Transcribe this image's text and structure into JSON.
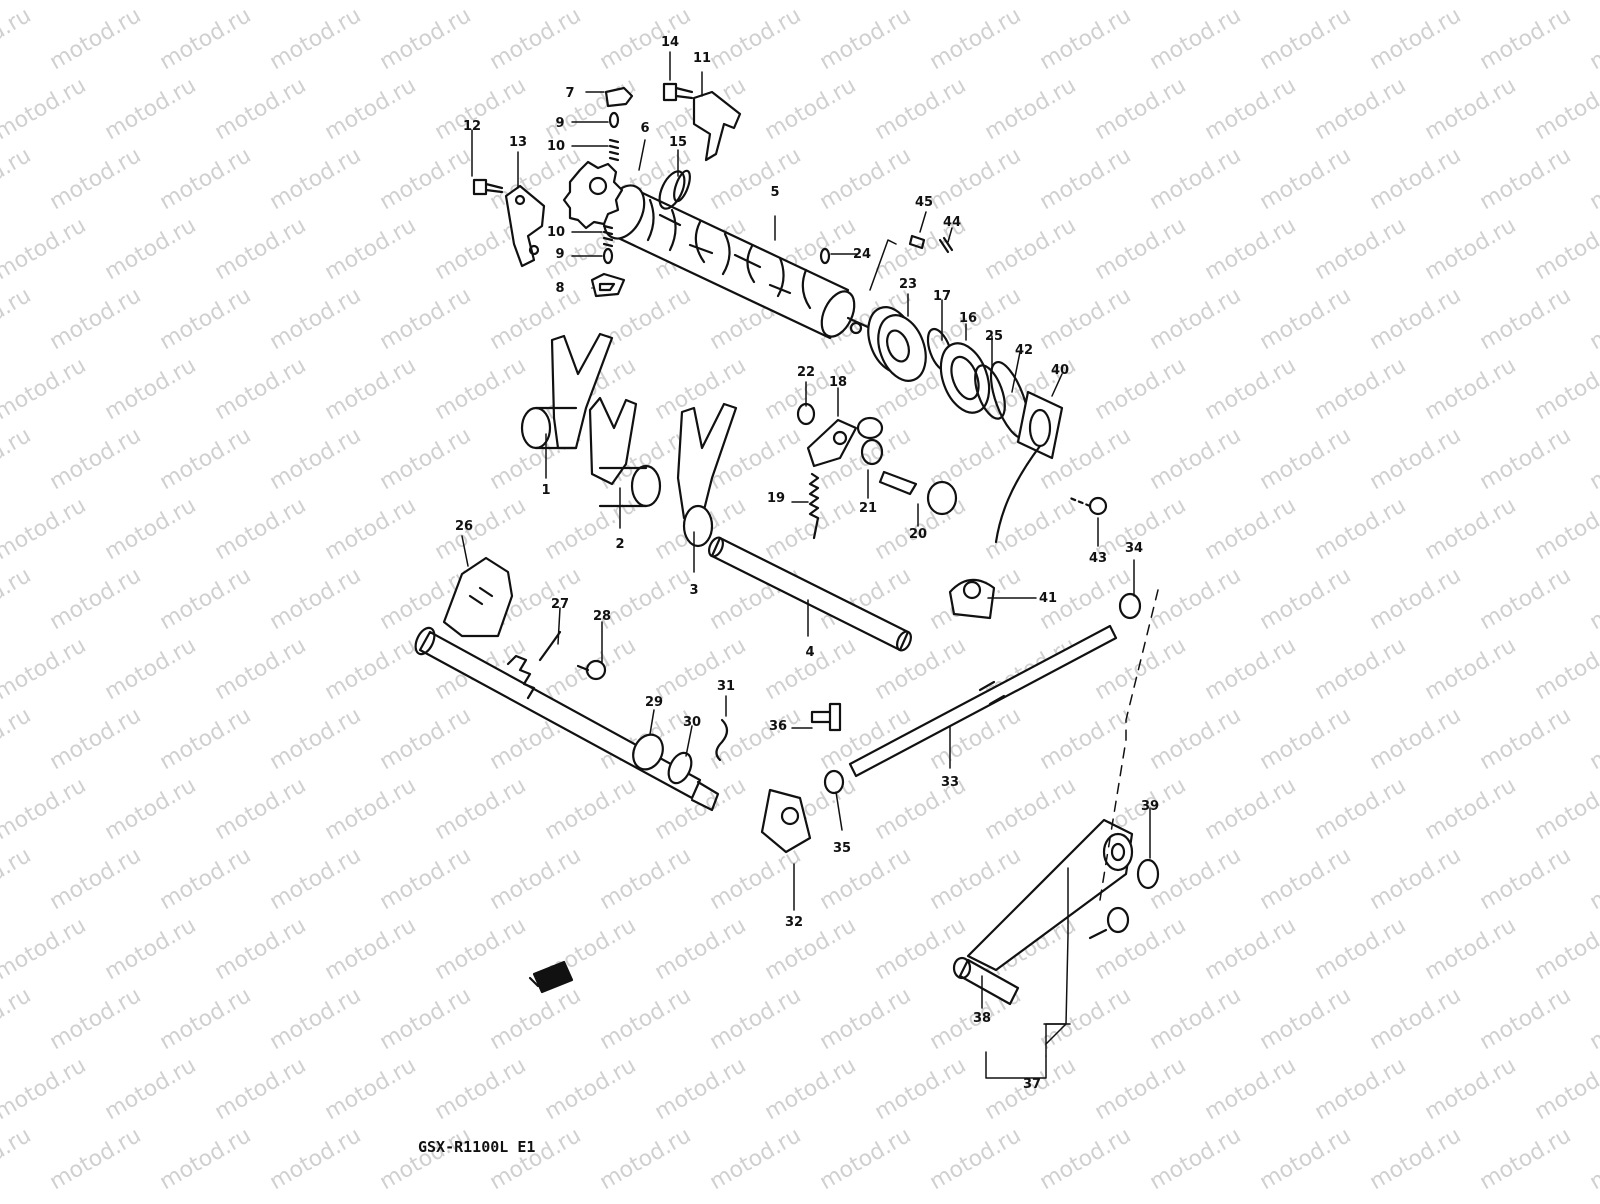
{
  "watermark": "motod.ru",
  "diagram_caption": "GSX-R1100L E1",
  "colors": {
    "ink": "#111111",
    "paper": "#ffffff",
    "watermark": "#d0d0d0"
  },
  "callouts": [
    {
      "label": "1"
    },
    {
      "label": "2"
    },
    {
      "label": "3"
    },
    {
      "label": "4"
    },
    {
      "label": "5"
    },
    {
      "label": "6"
    },
    {
      "label": "7"
    },
    {
      "label": "8"
    },
    {
      "label": "9"
    },
    {
      "label": "9"
    },
    {
      "label": "10"
    },
    {
      "label": "10"
    },
    {
      "label": "11"
    },
    {
      "label": "12"
    },
    {
      "label": "13"
    },
    {
      "label": "14"
    },
    {
      "label": "15"
    },
    {
      "label": "16"
    },
    {
      "label": "17"
    },
    {
      "label": "18"
    },
    {
      "label": "19"
    },
    {
      "label": "20"
    },
    {
      "label": "21"
    },
    {
      "label": "22"
    },
    {
      "label": "23"
    },
    {
      "label": "24"
    },
    {
      "label": "25"
    },
    {
      "label": "26"
    },
    {
      "label": "27"
    },
    {
      "label": "28"
    },
    {
      "label": "29"
    },
    {
      "label": "30"
    },
    {
      "label": "31"
    },
    {
      "label": "32"
    },
    {
      "label": "33"
    },
    {
      "label": "34"
    },
    {
      "label": "35"
    },
    {
      "label": "36"
    },
    {
      "label": "37"
    },
    {
      "label": "38"
    },
    {
      "label": "39"
    },
    {
      "label": "40"
    },
    {
      "label": "41"
    },
    {
      "label": "42"
    },
    {
      "label": "43"
    },
    {
      "label": "44"
    },
    {
      "label": "45"
    }
  ]
}
